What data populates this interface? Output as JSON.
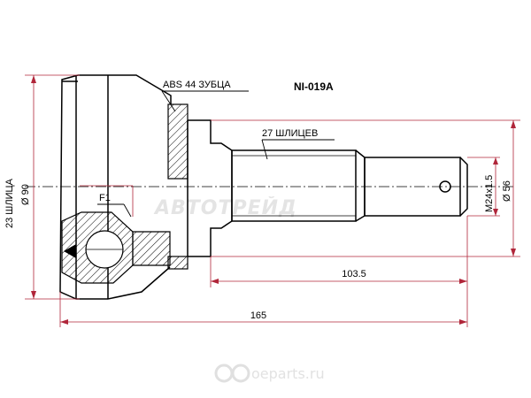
{
  "part_number": "NI-019A",
  "labels": {
    "abs": "ABS 44 ЗУБЦА",
    "splines_outer": "27 ШЛИЦЕВ",
    "splines_inner": "23 ШЛИЦА",
    "diam_left": "Ø 90",
    "diam_right": "Ø 56",
    "thread": "M24x1.5",
    "f1": "F1",
    "dim_103": "103.5",
    "dim_165": "165"
  },
  "watermark": {
    "main": "АВТОТРЕЙД",
    "site": "oeparts.ru"
  },
  "colors": {
    "line": "#000000",
    "dim": "#b0263a",
    "watermark": "#cfcfcf"
  }
}
